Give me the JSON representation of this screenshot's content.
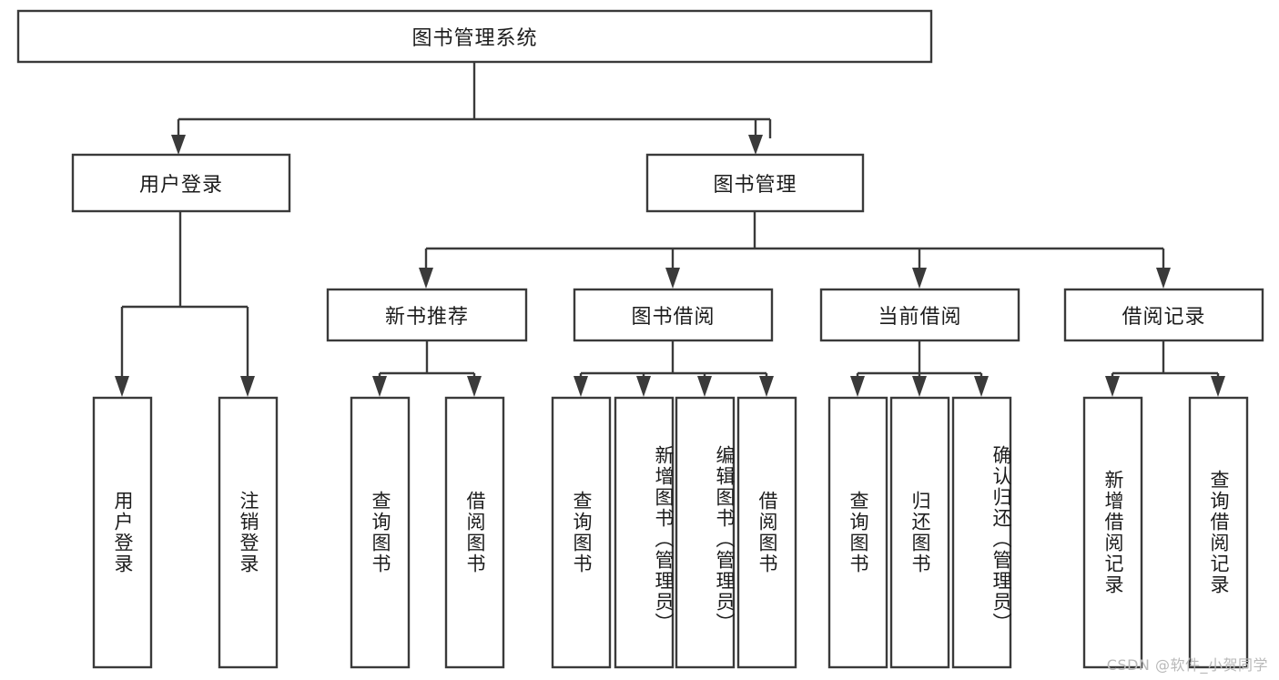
{
  "diagram": {
    "type": "tree",
    "title": "图书管理系统",
    "watermark": "CSDN @软件_小贺同学",
    "colors": {
      "box_stroke": "#3a3a3a",
      "box_fill": "#ffffff",
      "connector": "#3a3a3a",
      "text": "#1c1c1c",
      "background": "#ffffff",
      "watermark": "#b9b9b9"
    },
    "nodes": {
      "root": {
        "label": "图书管理系统",
        "orientation": "horizontal"
      },
      "level2": [
        {
          "id": "user-login",
          "label": "用户登录",
          "orientation": "horizontal"
        },
        {
          "id": "book-management",
          "label": "图书管理",
          "orientation": "horizontal"
        }
      ],
      "level3": [
        {
          "id": "new-book-recommend",
          "label": "新书推荐",
          "orientation": "horizontal"
        },
        {
          "id": "book-borrow",
          "label": "图书借阅",
          "orientation": "horizontal"
        },
        {
          "id": "current-borrow",
          "label": "当前借阅",
          "orientation": "horizontal"
        },
        {
          "id": "borrow-record",
          "label": "借阅记录",
          "orientation": "horizontal"
        }
      ],
      "leaves": [
        {
          "id": "leaf-user-login",
          "label": "用户登录",
          "parent": "user-login",
          "orientation": "vertical"
        },
        {
          "id": "leaf-logout-login",
          "label": "注销登录",
          "parent": "user-login",
          "orientation": "vertical"
        },
        {
          "id": "leaf-query-book-1",
          "label": "查询图书",
          "parent": "new-book-recommend",
          "orientation": "vertical"
        },
        {
          "id": "leaf-borrow-book-1",
          "label": "借阅图书",
          "parent": "new-book-recommend",
          "orientation": "vertical"
        },
        {
          "id": "leaf-query-book-2",
          "label": "查询图书",
          "parent": "book-borrow",
          "orientation": "vertical"
        },
        {
          "id": "leaf-add-book",
          "label": "新增图书（管理员）",
          "parent": "book-borrow",
          "orientation": "vertical"
        },
        {
          "id": "leaf-edit-book",
          "label": "编辑图书（管理员）",
          "parent": "book-borrow",
          "orientation": "vertical"
        },
        {
          "id": "leaf-borrow-book-2",
          "label": "借阅图书",
          "parent": "book-borrow",
          "orientation": "vertical"
        },
        {
          "id": "leaf-query-book-3",
          "label": "查询图书",
          "parent": "current-borrow",
          "orientation": "vertical"
        },
        {
          "id": "leaf-return-book",
          "label": "归还图书",
          "parent": "current-borrow",
          "orientation": "vertical"
        },
        {
          "id": "leaf-confirm-return",
          "label": "确认归还（管理员）",
          "parent": "current-borrow",
          "orientation": "vertical"
        },
        {
          "id": "leaf-add-record",
          "label": "新增借阅记录",
          "parent": "borrow-record",
          "orientation": "vertical"
        },
        {
          "id": "leaf-query-record",
          "label": "查询借阅记录",
          "parent": "borrow-record",
          "orientation": "vertical"
        }
      ]
    }
  }
}
